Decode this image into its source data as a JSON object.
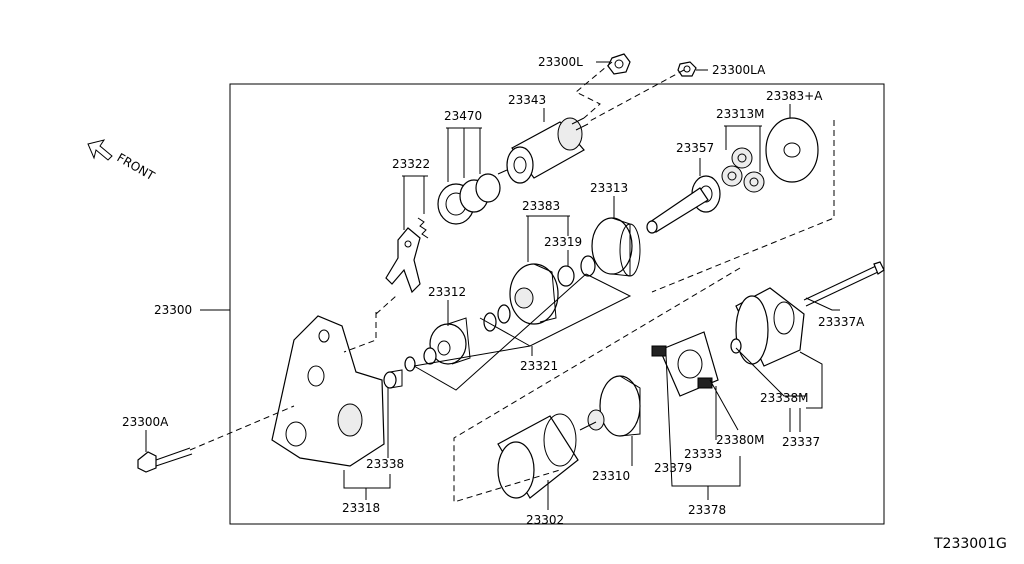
{
  "front_label": "FRONT",
  "diagram_code": "T233001G",
  "labels": {
    "p23300L": "23300L",
    "p23300LA": "23300LA",
    "p23343": "23343",
    "p23470": "23470",
    "p23313M": "23313M",
    "p23383A": "23383+A",
    "p23322": "23322",
    "p23357": "23357",
    "p23313": "23313",
    "p23383": "23383",
    "p23319": "23319",
    "p23300": "23300",
    "p23312": "23312",
    "p23321": "23321",
    "p23337A": "23337A",
    "p23338M": "23338M",
    "p23337": "23337",
    "p23380M": "23380M",
    "p23300A": "23300A",
    "p23338": "23338",
    "p23333": "23333",
    "p23379": "23379",
    "p23310": "23310",
    "p23318": "23318",
    "p23302": "23302",
    "p23378": "23378"
  }
}
